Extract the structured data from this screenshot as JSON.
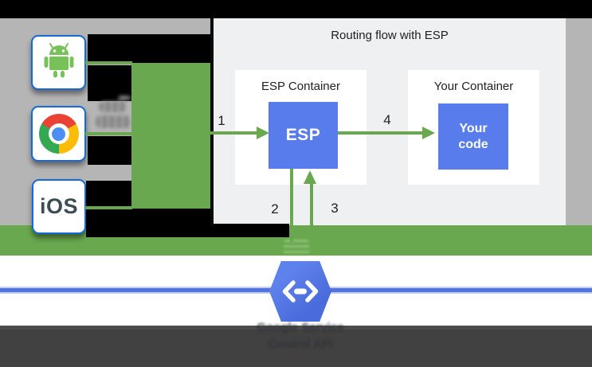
{
  "diagram": {
    "title": "Routing flow with ESP",
    "esp_container": {
      "label": "ESP Container",
      "box": "ESP"
    },
    "your_container": {
      "label": "Your Container",
      "box": "Your code"
    },
    "steps": [
      "1",
      "2",
      "3",
      "4"
    ],
    "clients": [
      {
        "icon": "android"
      },
      {
        "icon": "chrome"
      },
      {
        "label": "iOS"
      }
    ],
    "service": {
      "icon": "cloud-endpoints-hexagon",
      "line1": "Google Service",
      "line2": "Control API"
    },
    "colors": {
      "flow_green": "#6aa84f",
      "box_blue": "#587ceb",
      "panel_gray": "#eff0f1",
      "client_band_gray": "#b5b5b5",
      "box_border_blue": "#1669d8",
      "service_line_blue": "#5273e2",
      "hexagon_blue": "#5376e8",
      "footer_dark": "#414141",
      "redaction_black": "#000000"
    }
  }
}
